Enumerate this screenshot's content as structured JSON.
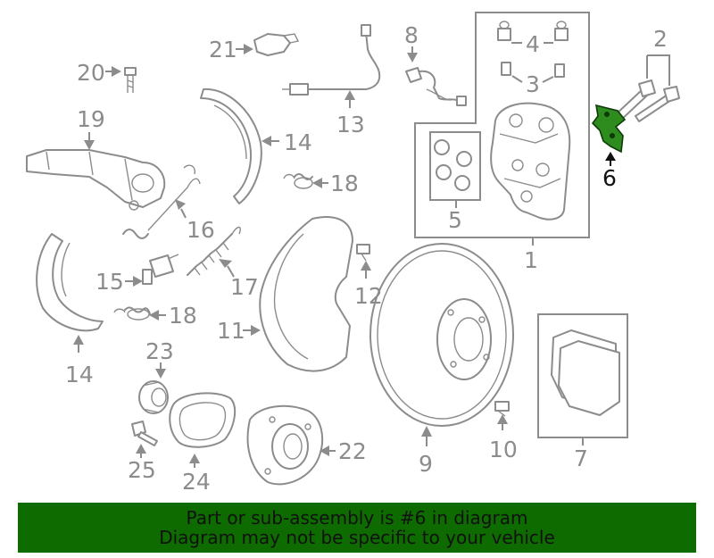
{
  "diagram": {
    "callouts": {
      "c1": "1",
      "c2": "2",
      "c3": "3",
      "c4": "4",
      "c5": "5",
      "c6": "6",
      "c7": "7",
      "c8": "8",
      "c9": "9",
      "c10": "10",
      "c11": "11",
      "c12": "12",
      "c13": "13",
      "c14a": "14",
      "c14b": "14",
      "c15": "15",
      "c16": "16",
      "c17": "17",
      "c18a": "18",
      "c18b": "18",
      "c19": "19",
      "c20": "20",
      "c21": "21",
      "c22": "22",
      "c23": "23",
      "c24": "24",
      "c25": "25"
    },
    "highlighted_part": "6",
    "colors": {
      "line": "#8c8c8c",
      "highlight": "#2e8b1e",
      "banner": "#0d6b00"
    }
  },
  "banner": {
    "line1": "Part or sub-assembly is #6 in diagram",
    "line2": "Diagram may not be specific to your vehicle"
  }
}
